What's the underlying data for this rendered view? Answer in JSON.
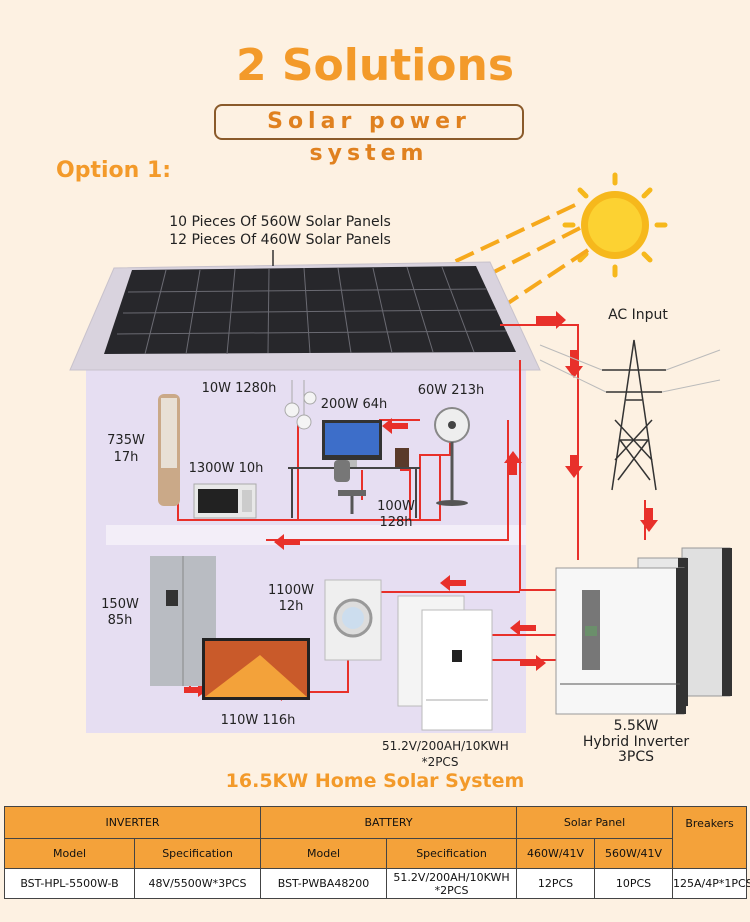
{
  "title": "2 Solutions",
  "subtitle": "Solar power system",
  "option": "Option 1:",
  "panels": [
    "10 Pieces Of 560W Solar Panels",
    "12 Pieces Of 460W Solar Panels"
  ],
  "ac_input": "AC Input",
  "loads": {
    "lamp": "10W 1280h",
    "computer": "200W 64h",
    "fan": "60W 213h",
    "tower_heater": [
      "735W",
      "17h"
    ],
    "microwave": "1300W 10h",
    "speaker": [
      "100W",
      "128h"
    ],
    "fridge": [
      "150W",
      "85h"
    ],
    "washer": [
      "1100W",
      "12h"
    ],
    "tv": "110W 116h"
  },
  "battery_label": [
    "51.2V/200AH/10KWH",
    "*2PCS"
  ],
  "inverter_label": [
    "5.5KW",
    "Hybrid Inverter",
    "3PCS"
  ],
  "caption": "16.5KW Home Solar System",
  "table": {
    "groups": [
      "INVERTER",
      "BATTERY",
      "Solar Panel",
      "Breakers"
    ],
    "subheaders": [
      "Model",
      "Specification",
      "Model",
      "Specification",
      "460W/41V",
      "560W/41V"
    ],
    "row": [
      "BST-HPL-5500W-B",
      "48V/5500W*3PCS",
      "BST-PWBA48200",
      "51.2V/200AH/10KWH *2PCS",
      "12PCS",
      "10PCS",
      "125A/4P*1PCS"
    ]
  },
  "colors": {
    "accent": "#f39a2a",
    "wire": "#e8302a",
    "wall": "#e6def2"
  }
}
